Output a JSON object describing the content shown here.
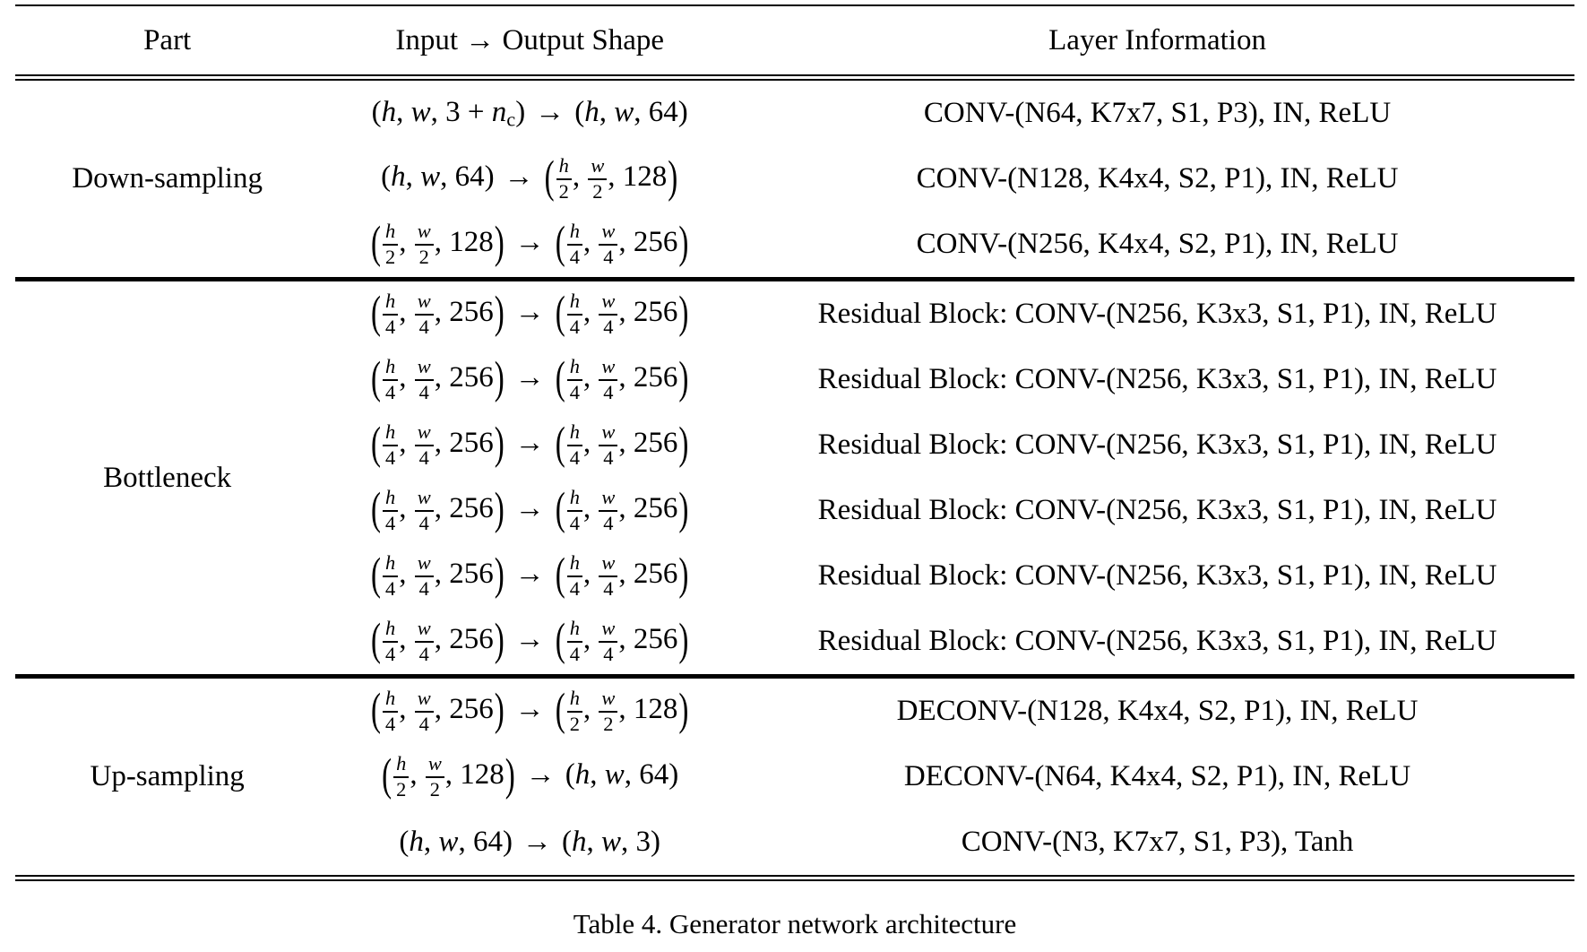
{
  "table": {
    "columns": [
      "Part",
      "Input → Output Shape",
      "Layer Information"
    ],
    "sections": [
      {
        "part": "Down-sampling",
        "rows": [
          {
            "shape": "(h, w, 3 + n_c) → (h, w, 64)",
            "layer": "CONV-(N64, K7x7, S1, P3), IN, ReLU"
          },
          {
            "shape": "(h, w, 64) → (h/2, w/2, 128)",
            "layer": "CONV-(N128, K4x4, S2, P1), IN, ReLU"
          },
          {
            "shape": "(h/2, w/2, 128) → (h/4, w/4, 256)",
            "layer": "CONV-(N256, K4x4, S2, P1), IN, ReLU"
          }
        ]
      },
      {
        "part": "Bottleneck",
        "rows": [
          {
            "shape": "(h/4, w/4, 256) → (h/4, w/4, 256)",
            "layer": "Residual Block: CONV-(N256, K3x3, S1, P1), IN, ReLU"
          },
          {
            "shape": "(h/4, w/4, 256) → (h/4, w/4, 256)",
            "layer": "Residual Block: CONV-(N256, K3x3, S1, P1), IN, ReLU"
          },
          {
            "shape": "(h/4, w/4, 256) → (h/4, w/4, 256)",
            "layer": "Residual Block: CONV-(N256, K3x3, S1, P1), IN, ReLU"
          },
          {
            "shape": "(h/4, w/4, 256) → (h/4, w/4, 256)",
            "layer": "Residual Block: CONV-(N256, K3x3, S1, P1), IN, ReLU"
          },
          {
            "shape": "(h/4, w/4, 256) → (h/4, w/4, 256)",
            "layer": "Residual Block: CONV-(N256, K3x3, S1, P1), IN, ReLU"
          },
          {
            "shape": "(h/4, w/4, 256) → (h/4, w/4, 256)",
            "layer": "Residual Block: CONV-(N256, K3x3, S1, P1), IN, ReLU"
          }
        ]
      },
      {
        "part": "Up-sampling",
        "rows": [
          {
            "shape": "(h/4, w/4, 256) → (h/2, w/2, 128)",
            "layer": "DECONV-(N128, K4x4, S2, P1), IN, ReLU"
          },
          {
            "shape": "(h/2, w/2, 128) → (h, w, 64)",
            "layer": "DECONV-(N64, K4x4, S2, P1), IN, ReLU"
          },
          {
            "shape": "(h, w, 64) → (h, w, 3)",
            "layer": "CONV-(N3, K7x7, S1, P3), Tanh"
          }
        ]
      }
    ],
    "caption": "Table 4. Generator network architecture"
  }
}
